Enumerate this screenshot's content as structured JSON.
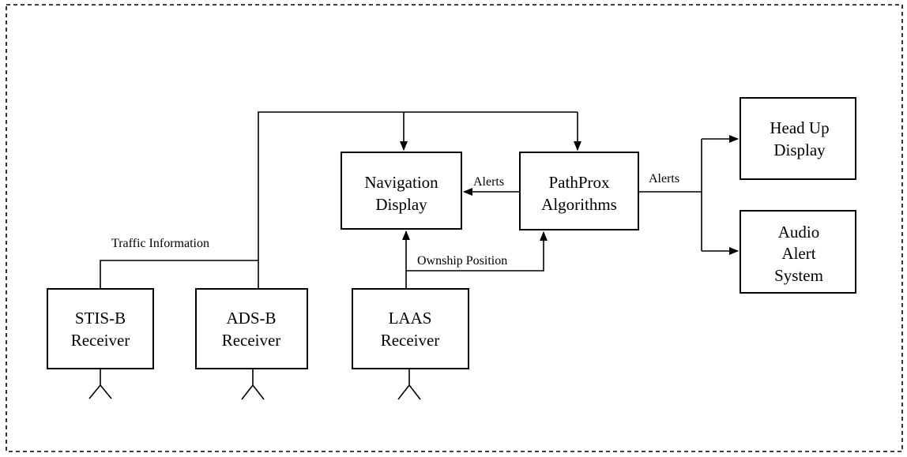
{
  "diagram": {
    "boxes": {
      "stis": [
        "STIS-B",
        "Receiver"
      ],
      "adsb": [
        "ADS-B",
        "Receiver"
      ],
      "laas": [
        "LAAS",
        "Receiver"
      ],
      "nav": [
        "Navigation",
        "Display"
      ],
      "pathprox": [
        "PathProx",
        "Algorithms"
      ],
      "hud": [
        "Head Up",
        "Display"
      ],
      "audio": [
        "Audio",
        "Alert",
        "System"
      ]
    },
    "connector_labels": {
      "traffic": "Traffic Information",
      "ownship": "Ownship Position",
      "alerts_to_nav": "Alerts",
      "alerts_out": "Alerts"
    }
  }
}
